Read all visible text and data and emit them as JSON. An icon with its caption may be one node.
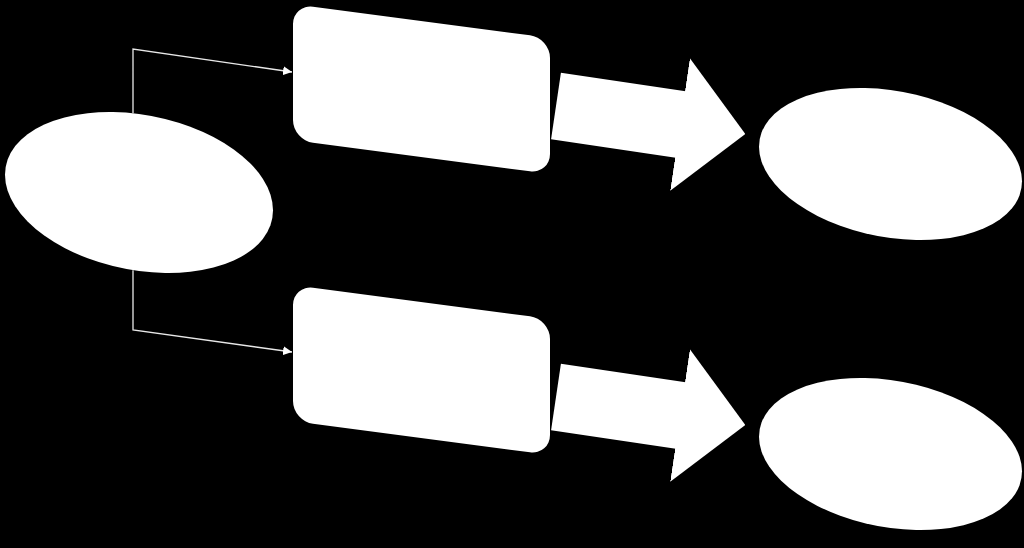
{
  "diagram": {
    "nodes": [
      {
        "text": [],
        "shape": "ellipse"
      },
      {
        "text": [],
        "shape": "box"
      },
      {
        "text": [],
        "shape": "ellipse"
      },
      {
        "text": [],
        "shape": "box"
      },
      {
        "text": [],
        "shape": "ellipse"
      }
    ],
    "edges": [
      {
        "from": 0,
        "to": 1,
        "arrow": "to"
      },
      {
        "from": 0,
        "to": 3,
        "arrow": "to"
      },
      {
        "from": 1,
        "to": 2,
        "arrow": "to",
        "style": "thick"
      },
      {
        "from": 3,
        "to": 4,
        "arrow": "to",
        "style": "thick"
      }
    ]
  }
}
